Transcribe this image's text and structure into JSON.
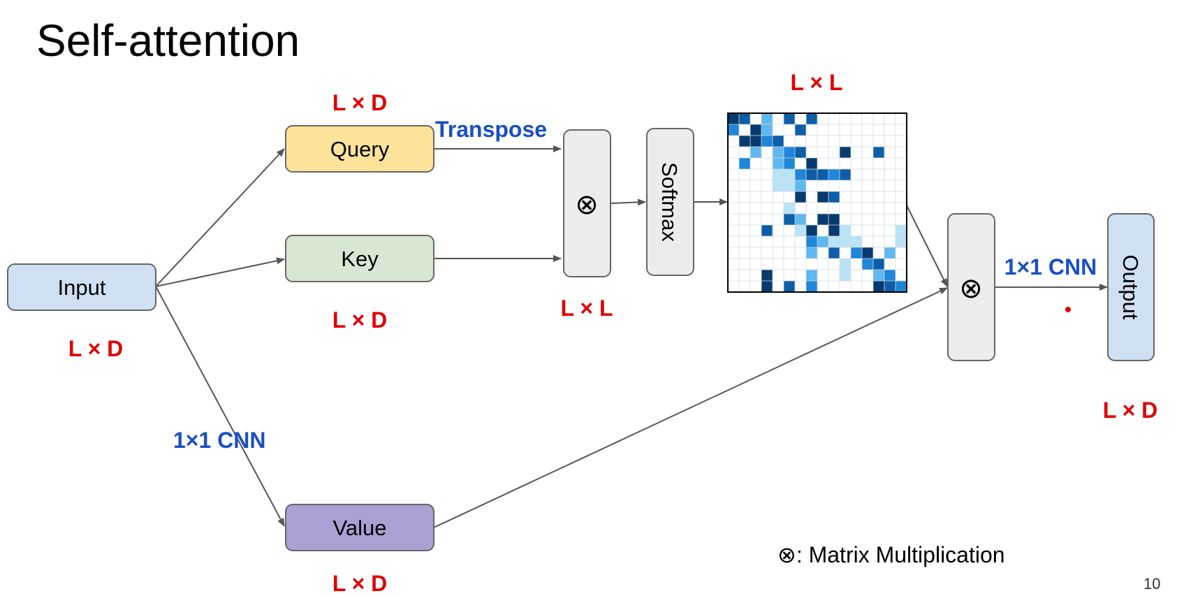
{
  "title": "Self-attention",
  "page_number": "10",
  "colors": {
    "dim_label": "#e00000",
    "op_label": "#1a4fc4",
    "input_fill": "#cfe0f3",
    "query_fill": "#fde39a",
    "key_fill": "#d6e8d2",
    "value_fill": "#ab9fd3",
    "op_fill": "#ececec",
    "output_fill": "#cfe0f3",
    "box_stroke": "#666666",
    "arrow": "#555555"
  },
  "nodes": {
    "input": {
      "label": "Input",
      "dim": "L × D"
    },
    "query": {
      "label": "Query",
      "dim": "L × D"
    },
    "key": {
      "label": "Key",
      "dim": "L × D"
    },
    "value": {
      "label": "Value",
      "dim": "L × D"
    },
    "matmul1": {
      "symbol": "⊗",
      "dim": "L × L"
    },
    "softmax": {
      "label": "Softmax"
    },
    "attention_map": {
      "dim": "L × L"
    },
    "matmul2": {
      "symbol": "⊗"
    },
    "output": {
      "label": "Output",
      "dim": "L × D"
    }
  },
  "edge_labels": {
    "transpose": "Transpose",
    "cnn_value": "1×1 CNN",
    "cnn_output": "1×1 CNN"
  },
  "legend": "⊗: Matrix Multiplication",
  "attention_grid": {
    "size": 16,
    "palette": [
      "#ffffff",
      "#b9e3f7",
      "#5fb8ef",
      "#1f86d9",
      "#0c5ea9",
      "#073b70"
    ],
    "cells": [
      [
        0,
        0,
        5
      ],
      [
        0,
        1,
        4
      ],
      [
        0,
        3,
        2
      ],
      [
        0,
        5,
        4
      ],
      [
        0,
        7,
        4
      ],
      [
        1,
        0,
        3
      ],
      [
        1,
        2,
        5
      ],
      [
        1,
        3,
        2
      ],
      [
        1,
        6,
        4
      ],
      [
        2,
        1,
        5
      ],
      [
        2,
        2,
        5
      ],
      [
        2,
        3,
        3
      ],
      [
        2,
        4,
        4
      ],
      [
        3,
        2,
        2
      ],
      [
        3,
        4,
        2
      ],
      [
        3,
        5,
        3
      ],
      [
        3,
        6,
        4
      ],
      [
        3,
        10,
        5
      ],
      [
        3,
        13,
        4
      ],
      [
        4,
        1,
        3
      ],
      [
        4,
        4,
        2
      ],
      [
        4,
        5,
        3
      ],
      [
        4,
        7,
        5
      ],
      [
        5,
        4,
        1
      ],
      [
        5,
        5,
        1
      ],
      [
        5,
        6,
        3
      ],
      [
        5,
        7,
        4
      ],
      [
        5,
        8,
        4
      ],
      [
        5,
        9,
        3
      ],
      [
        5,
        10,
        4
      ],
      [
        6,
        4,
        1
      ],
      [
        6,
        5,
        1
      ],
      [
        6,
        6,
        2
      ],
      [
        7,
        6,
        5
      ],
      [
        7,
        8,
        5
      ],
      [
        7,
        9,
        4
      ],
      [
        8,
        5,
        1
      ],
      [
        9,
        5,
        4
      ],
      [
        9,
        6,
        2
      ],
      [
        9,
        8,
        5
      ],
      [
        9,
        9,
        5
      ],
      [
        10,
        3,
        4
      ],
      [
        10,
        6,
        1
      ],
      [
        10,
        7,
        5
      ],
      [
        10,
        9,
        5
      ],
      [
        10,
        10,
        1
      ],
      [
        10,
        15,
        1
      ],
      [
        11,
        7,
        3
      ],
      [
        11,
        8,
        2
      ],
      [
        11,
        9,
        1
      ],
      [
        11,
        10,
        1
      ],
      [
        11,
        11,
        1
      ],
      [
        11,
        15,
        1
      ],
      [
        12,
        7,
        2
      ],
      [
        12,
        9,
        4
      ],
      [
        12,
        11,
        3
      ],
      [
        12,
        12,
        5
      ],
      [
        12,
        14,
        2
      ],
      [
        13,
        10,
        1
      ],
      [
        13,
        12,
        3
      ],
      [
        13,
        13,
        4
      ],
      [
        14,
        3,
        5
      ],
      [
        14,
        7,
        2
      ],
      [
        14,
        10,
        1
      ],
      [
        14,
        13,
        2
      ],
      [
        14,
        14,
        3
      ],
      [
        15,
        3,
        5
      ],
      [
        15,
        5,
        4
      ],
      [
        15,
        7,
        3
      ],
      [
        15,
        13,
        5
      ],
      [
        15,
        14,
        4
      ],
      [
        15,
        15,
        3
      ]
    ]
  }
}
